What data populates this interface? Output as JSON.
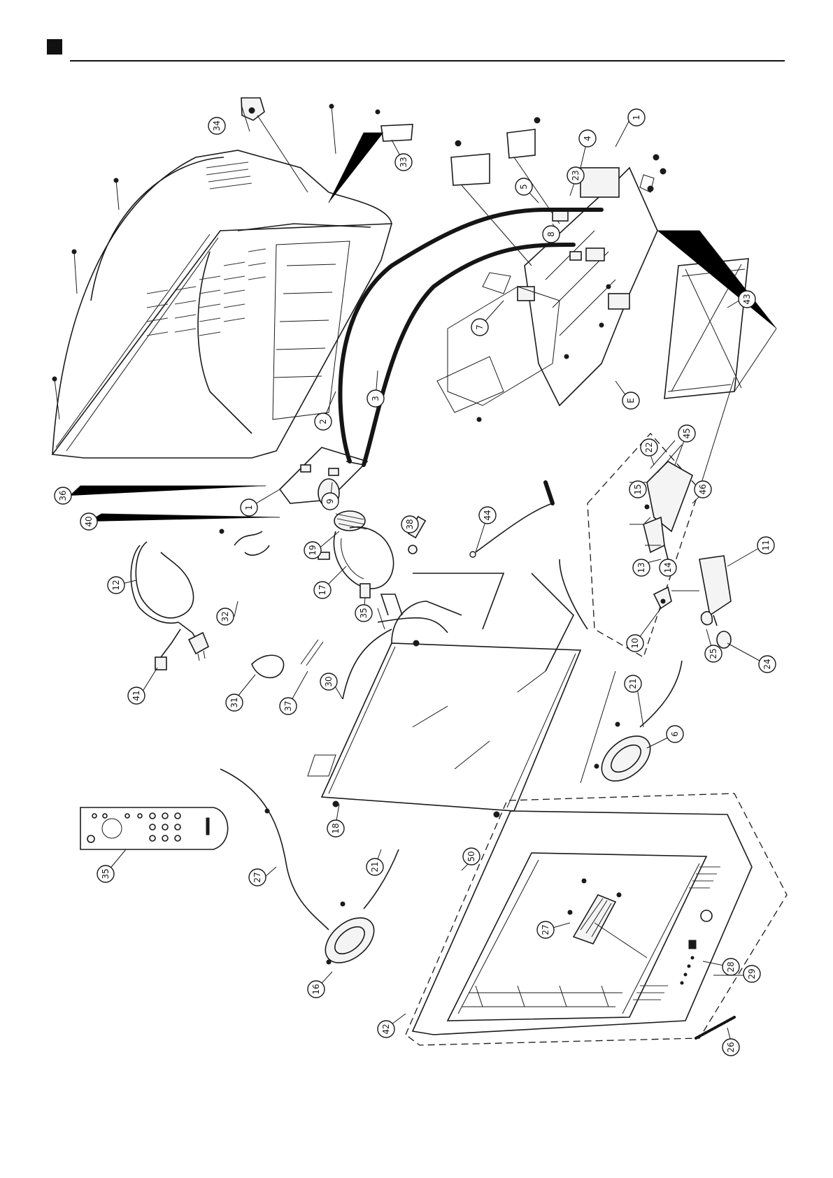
{
  "callouts": [
    {
      "id": "c34a",
      "text": "34"
    },
    {
      "id": "c33",
      "text": "33"
    },
    {
      "id": "c1a",
      "text": "1"
    },
    {
      "id": "c4",
      "text": "4"
    },
    {
      "id": "c23a",
      "text": "23"
    },
    {
      "id": "c5",
      "text": "5"
    },
    {
      "id": "c8",
      "text": "8"
    },
    {
      "id": "c7",
      "text": "7"
    },
    {
      "id": "c43",
      "text": "43"
    },
    {
      "id": "cE",
      "text": "E"
    },
    {
      "id": "c3",
      "text": "3"
    },
    {
      "id": "c2",
      "text": "2"
    },
    {
      "id": "c36",
      "text": "36"
    },
    {
      "id": "c40",
      "text": "40"
    },
    {
      "id": "c1b",
      "text": "1"
    },
    {
      "id": "c9",
      "text": "9"
    },
    {
      "id": "c19",
      "text": "19"
    },
    {
      "id": "c17",
      "text": "17"
    },
    {
      "id": "c38",
      "text": "38"
    },
    {
      "id": "c35a",
      "text": "35"
    },
    {
      "id": "c44",
      "text": "44"
    },
    {
      "id": "c12",
      "text": "12"
    },
    {
      "id": "c22",
      "text": "22"
    },
    {
      "id": "c45",
      "text": "45"
    },
    {
      "id": "c15",
      "text": "15"
    },
    {
      "id": "c46",
      "text": "46"
    },
    {
      "id": "c13",
      "text": "13"
    },
    {
      "id": "c14",
      "text": "14"
    },
    {
      "id": "c11",
      "text": "11"
    },
    {
      "id": "c10",
      "text": "10"
    },
    {
      "id": "c25",
      "text": "25"
    },
    {
      "id": "c24",
      "text": "24"
    },
    {
      "id": "c32",
      "text": "32"
    },
    {
      "id": "c41",
      "text": "41"
    },
    {
      "id": "c31",
      "text": "31"
    },
    {
      "id": "c37",
      "text": "37"
    },
    {
      "id": "c30",
      "text": "30"
    },
    {
      "id": "c21a",
      "text": "21"
    },
    {
      "id": "c6",
      "text": "6"
    },
    {
      "id": "c18",
      "text": "18"
    },
    {
      "id": "c35b",
      "text": "35"
    },
    {
      "id": "c27",
      "text": "27"
    },
    {
      "id": "c21b",
      "text": "21"
    },
    {
      "id": "c50",
      "text": "50"
    },
    {
      "id": "c16",
      "text": "16"
    },
    {
      "id": "c42",
      "text": "42"
    },
    {
      "id": "c27b",
      "text": "27"
    },
    {
      "id": "c28",
      "text": "28"
    },
    {
      "id": "c29",
      "text": "29"
    },
    {
      "id": "c26",
      "text": "26"
    }
  ]
}
